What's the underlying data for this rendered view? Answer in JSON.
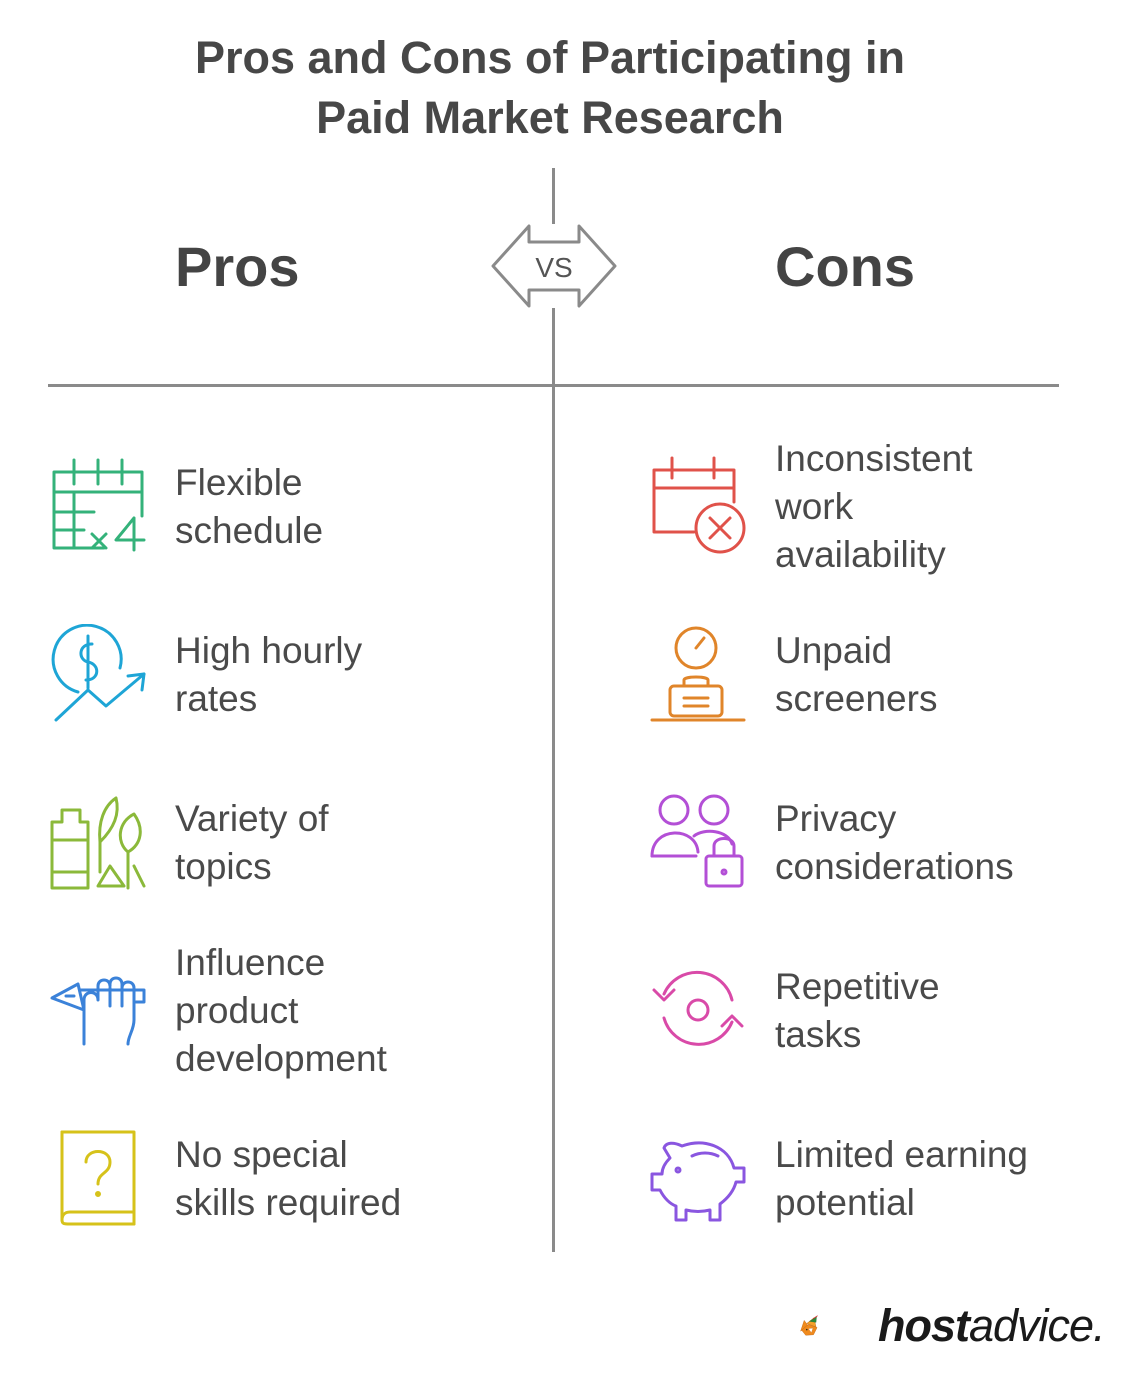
{
  "title": {
    "line1": "Pros and Cons of Participating in",
    "line2": "Paid Market Research"
  },
  "headings": {
    "pros": "Pros",
    "vs": "VS",
    "cons": "Cons"
  },
  "pros": [
    {
      "lines": [
        "Flexible",
        "schedule"
      ],
      "icon": "calendar-x4-icon",
      "color": "#34b27a"
    },
    {
      "lines": [
        "High hourly",
        "rates"
      ],
      "icon": "dollar-growth-icon",
      "color": "#1ea5d6"
    },
    {
      "lines": [
        "Variety of",
        "topics"
      ],
      "icon": "assorted-items-icon",
      "color": "#8bb93a"
    },
    {
      "lines": [
        "Influence",
        "product",
        "development"
      ],
      "icon": "hand-pen-icon",
      "color": "#3b82d9"
    },
    {
      "lines": [
        "No special",
        "skills required"
      ],
      "icon": "question-book-icon",
      "color": "#d6c21a"
    }
  ],
  "cons": [
    {
      "lines": [
        "Inconsistent",
        "work",
        "availability"
      ],
      "icon": "calendar-cancel-icon",
      "color": "#e0524a"
    },
    {
      "lines": [
        "Unpaid",
        "screeners"
      ],
      "icon": "timer-briefcase-icon",
      "color": "#e0852a"
    },
    {
      "lines": [
        "Privacy",
        "considerations"
      ],
      "icon": "users-lock-icon",
      "color": "#b34fd6"
    },
    {
      "lines": [
        "Repetitive",
        "tasks"
      ],
      "icon": "cycle-arrows-icon",
      "color": "#d94aa8"
    },
    {
      "lines": [
        "Limited earning",
        "potential"
      ],
      "icon": "piggy-bank-icon",
      "color": "#8a56e0"
    }
  ],
  "logo": {
    "bold": "host",
    "light": "advice."
  },
  "colors": {
    "divider": "#8a8a8a",
    "text": "#4a4a4a"
  }
}
